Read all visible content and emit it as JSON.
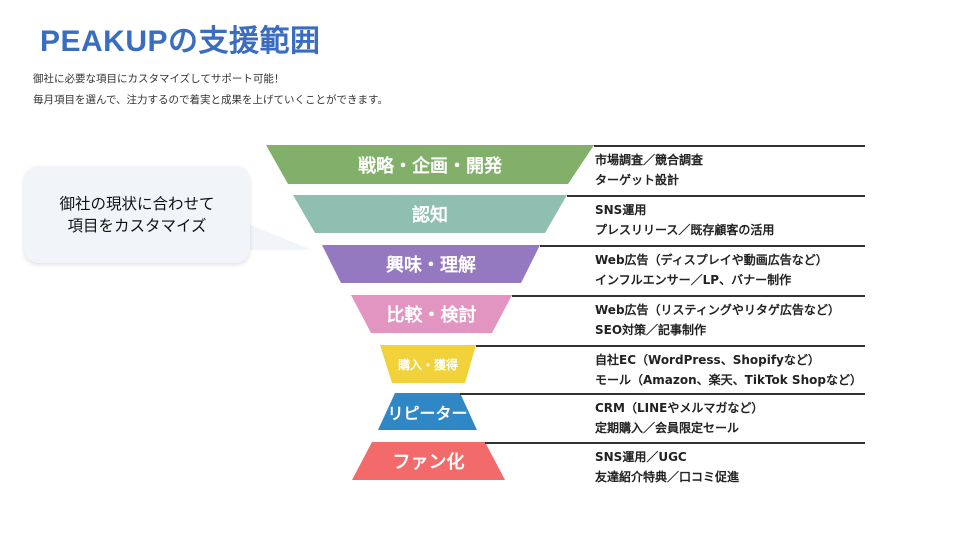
{
  "title": "PEAKUPの支援範囲",
  "subtitle_lines": [
    "御社に必要な項目にカスタマイズしてサポート可能！",
    "毎月項目を選んで、注力するので着実と成果を上げていくことができます。"
  ],
  "callout": {
    "lines": [
      "御社の現状に合わせて",
      "項目をカスタマイズ"
    ]
  },
  "stages": [
    {
      "label": "戦略・企画・開発",
      "color": "#82b06a",
      "desc": [
        "市場調査／競合調査",
        "ターゲット設計"
      ]
    },
    {
      "label": "認知",
      "color": "#8fbfb1",
      "desc": [
        "SNS運用",
        "プレスリリース／既存顧客の活用"
      ]
    },
    {
      "label": "興味・理解",
      "color": "#9479c1",
      "desc": [
        "Web広告（ディスプレイや動画広告など）",
        "インフルエンサー／LP、バナー制作"
      ]
    },
    {
      "label": "比較・検討",
      "color": "#e295c0",
      "desc": [
        "Web広告（リスティングやリタゲ広告など）",
        "SEO対策／記事制作"
      ]
    },
    {
      "label": "購入・獲得",
      "color": "#f1d23a",
      "desc": [
        "自社EC（WordPress、Shopifyなど）",
        "モール（Amazon、楽天、TikTok Shopなど）"
      ]
    },
    {
      "label": "リピーター",
      "color": "#2f88c5",
      "desc": [
        "CRM（LINEやメルマガなど）",
        "定期購入／会員限定セール"
      ]
    },
    {
      "label": "ファン化",
      "color": "#f26a6a",
      "desc": [
        "SNS運用／UGC",
        "友達紹介特典／口コミ促進"
      ]
    }
  ]
}
